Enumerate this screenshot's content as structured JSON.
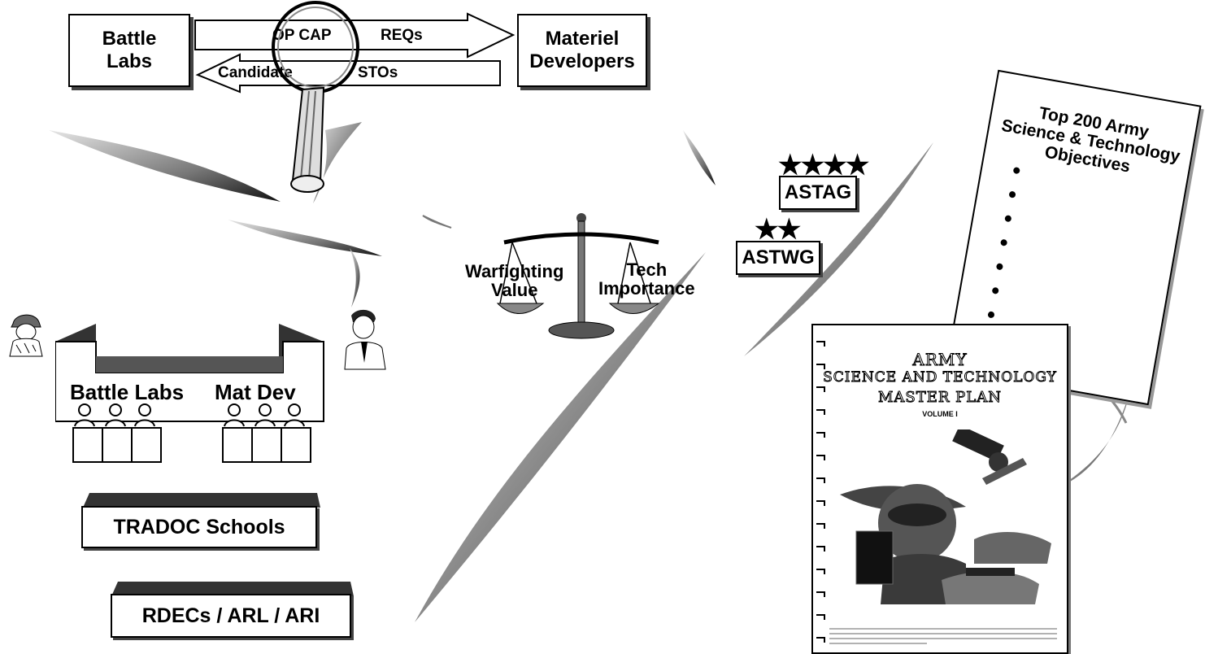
{
  "top_flow": {
    "left_box": "Battle\nLabs",
    "right_box": "Materiel\nDevelopers",
    "arrow_right_labels": [
      "OP CAP",
      "REQs"
    ],
    "arrow_left_labels": [
      "Candidate",
      "STOs"
    ]
  },
  "scale": {
    "left_label": "Warfighting\nValue",
    "right_label": "Tech\nImportance"
  },
  "groups": {
    "astag_label": "ASTAG",
    "astag_stars": "★★★★",
    "astwg_label": "ASTWG",
    "astwg_stars": "★★"
  },
  "objectives_doc": {
    "title": "Top 200 Army\nScience & Technology\nObjectives"
  },
  "master_plan": {
    "line1": "ARMY",
    "line2": "SCIENCE AND TECHNOLOGY",
    "line3": "MASTER PLAN",
    "line4": "VOLUME I"
  },
  "panel": {
    "left_label": "Battle Labs",
    "right_label": "Mat Dev"
  },
  "bottom_boxes": {
    "tradoc": "TRADOC Schools",
    "rdecs": "RDECs / ARL / ARI"
  }
}
